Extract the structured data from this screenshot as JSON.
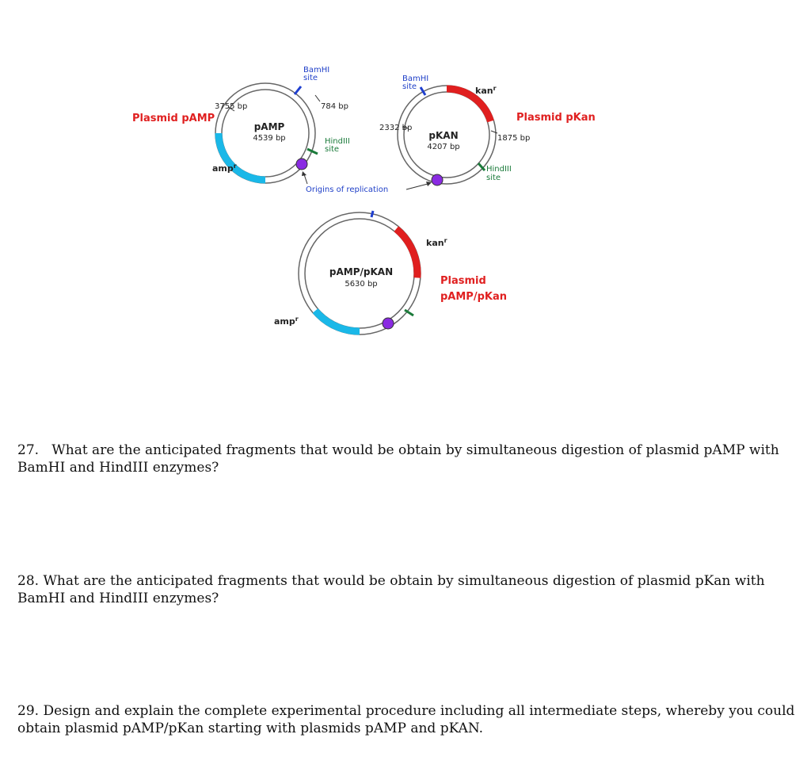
{
  "diagram": {
    "pamp": {
      "title": "Plasmid pAMP",
      "name": "pAMP",
      "size": "4539 bp",
      "bamhi": [
        "BamHI",
        "site"
      ],
      "hindiii": [
        "HindIII",
        "site"
      ],
      "frag_top": "784 bp",
      "frag_left": "3755 bp",
      "marker": "amp"
    },
    "pkan": {
      "title": "Plasmid pKan",
      "name": "pKAN",
      "size": "4207 bp",
      "bamhi": [
        "BamHI",
        "site"
      ],
      "hindiii": [
        "HindIII",
        "site"
      ],
      "frag_left": "2332 bp",
      "frag_right": "1875 bp",
      "marker": "kan"
    },
    "origins_label": "Origins of replication",
    "combo": {
      "title": [
        "Plasmid",
        "pAMP/pKan"
      ],
      "name": "pAMP/pKAN",
      "size": "5630 bp",
      "marker_kan": "kan",
      "marker_amp": "amp"
    },
    "superscript": "r",
    "colors": {
      "amp": "#1ab8e8",
      "kan": "#e01f1f",
      "bamhi": "#1f3fd0",
      "hindiii": "#1b7a3a",
      "ori": "#8a2be2",
      "title_red": "#e02020",
      "site_blue": "#2040c8",
      "hind_green": "#1a7a3a",
      "ori_blue": "#2040c8"
    }
  },
  "questions": [
    {
      "number": "27.",
      "text": "What are the anticipated fragments that would be obtain by simultaneous digestion of plasmid pAMP with BamHI and HindIII enzymes?"
    },
    {
      "number": "28.",
      "text": "What are the anticipated fragments that would be obtain by simultaneous digestion of plasmid pKan with BamHI and HindIII enzymes?"
    },
    {
      "number": "29.",
      "text": "Design and explain the complete experimental procedure including all intermediate steps, whereby you could obtain plasmid pAMP/pKan starting with plasmids pAMP and pKAN."
    }
  ]
}
